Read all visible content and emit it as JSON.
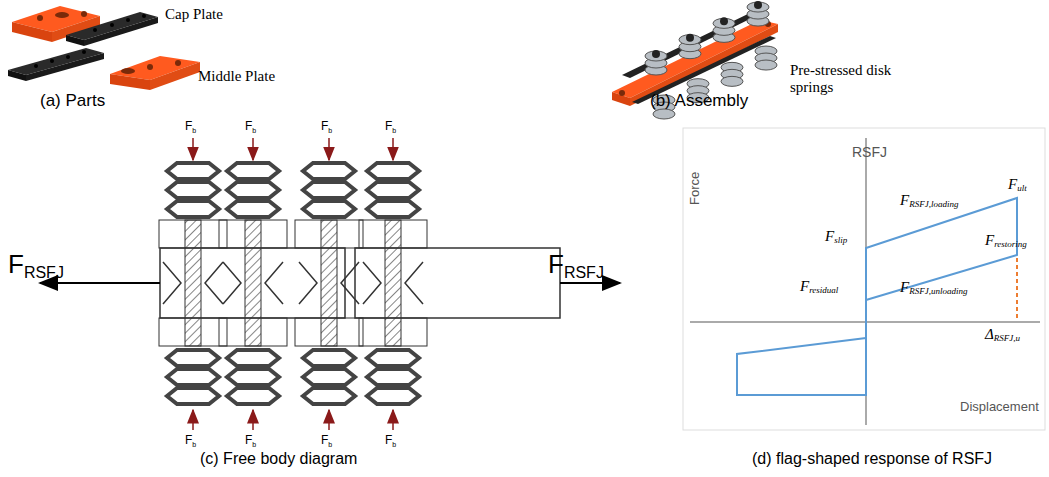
{
  "diagram": {
    "labels": [
      "Cap Plate",
      "Middle Plate",
      "(a)   Parts",
      "Pre-stressed disk springs",
      "(b)   Assembly",
      "F",
      "RSFJ",
      "F",
      "RSFJ",
      "F",
      "b",
      "F",
      "b",
      "F",
      "b",
      "F",
      "b",
      "F",
      "b",
      "F",
      "b",
      "F",
      "b",
      "F",
      "b",
      "(c) Free body diagram",
      "RSFJ",
      "Force",
      "Displacement",
      "F",
      "slip",
      "F",
      "residual",
      "F",
      "ult",
      "F",
      "restoring",
      "F",
      "RSFJ,loading",
      "F",
      "RSFJ,unloading",
      "Δ",
      "RSFJ,u",
      "(d) flag-shaped response of RSFJ"
    ]
  }
}
